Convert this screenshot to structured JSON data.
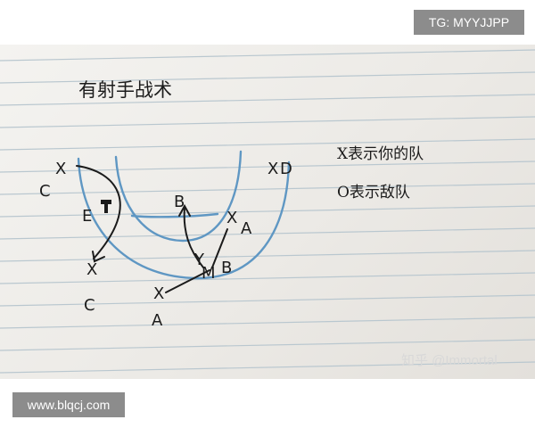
{
  "badges": {
    "top": "TG: MYYJJPP",
    "bottom": "www.blqcj.com"
  },
  "note": {
    "title": "有射手战术",
    "legend": {
      "line1": "X表示你的队",
      "line2": "O表示敌队"
    },
    "labels": {
      "x_mark": "X",
      "d": "D",
      "c": "C",
      "e": "E",
      "b": "B",
      "a": "A",
      "y": "Y",
      "m": "M"
    },
    "watermark": "知乎 @Immortal"
  },
  "colors": {
    "ink": "#1b1b1b",
    "blue_lane": "#5f97c3",
    "ruled_line": "#b9c7cf",
    "badge_bg": "#8c8c8c"
  }
}
